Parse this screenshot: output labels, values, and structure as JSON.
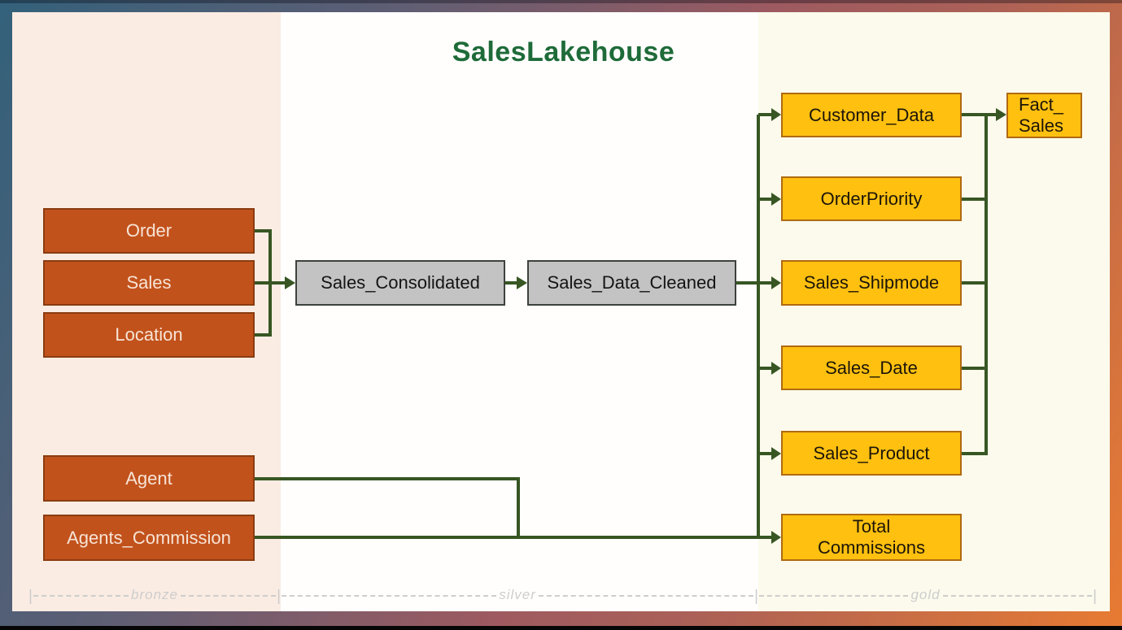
{
  "title": "SalesLakehouse",
  "nodes": {
    "order": {
      "label": "Order"
    },
    "sales": {
      "label": "Sales"
    },
    "location": {
      "label": "Location"
    },
    "agent": {
      "label": "Agent"
    },
    "agents_commission": {
      "label": "Agents_Commission"
    },
    "sales_consolidated": {
      "label": "Sales_Consolidated"
    },
    "sales_data_cleaned": {
      "label": "Sales_Data_Cleaned"
    },
    "customer_data": {
      "label": "Customer_Data"
    },
    "order_priority": {
      "label": "OrderPriority"
    },
    "sales_shipmode": {
      "label": "Sales_Shipmode"
    },
    "sales_date": {
      "label": "Sales_Date"
    },
    "sales_product": {
      "label": "Sales_Product"
    },
    "total_commissions": {
      "label": "Total\nCommissions"
    },
    "fact_sales": {
      "label": "Fact_\nSales"
    }
  },
  "ruler": {
    "pipe": "|",
    "bronze": "bronze",
    "silver": "silver",
    "gold": "gold"
  },
  "colors": {
    "bronze_node_fill": "#c2521c",
    "silver_node_fill": "#c3c3c3",
    "gold_node_fill": "#ffc010",
    "connector_green": "#375623",
    "title_green": "#1e6b39",
    "bronze_zone_bg": "#faece3",
    "silver_zone_bg": "#fffefd",
    "gold_zone_bg": "#fcfaec"
  }
}
